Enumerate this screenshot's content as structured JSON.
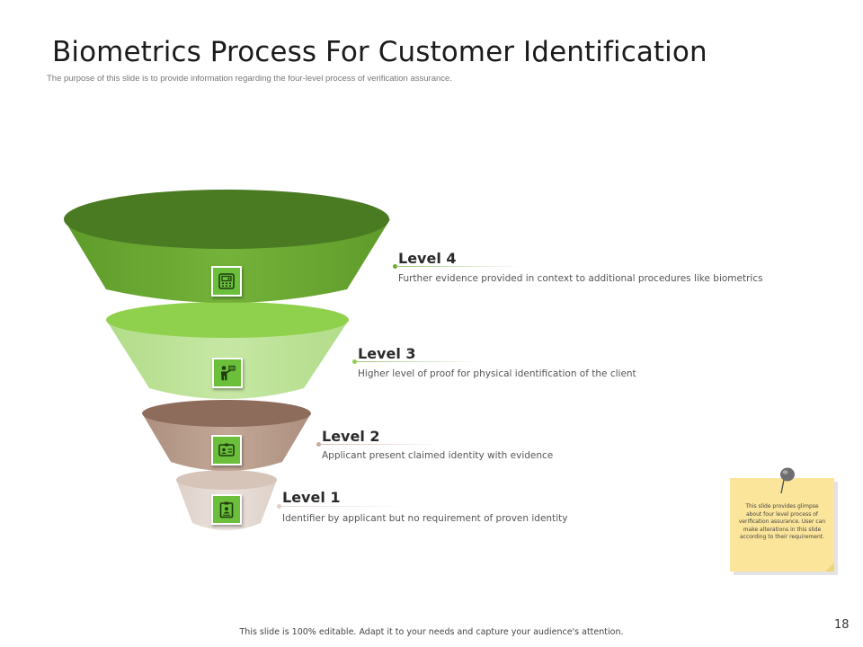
{
  "slide": {
    "title": "Biometrics Process For Customer Identification",
    "subtitle": "The purpose of this slide is to provide information regarding the four-level process of verification assurance.",
    "footer": "This slide is 100% editable. Adapt it to your needs and capture your audience's attention.",
    "page_number": "18"
  },
  "funnel": {
    "levels": [
      {
        "id": "level-4",
        "heading": "Level 4",
        "description": "Further evidence provided in context to additional procedures like biometrics",
        "icon": "biometric-device-icon",
        "color": "#6aa830",
        "top_color": "#4a7a20"
      },
      {
        "id": "level-3",
        "heading": "Level 3",
        "description": "Higher level of proof for physical identification of the client",
        "icon": "presenter-board-icon",
        "color": "#bde397",
        "top_color": "#8fcf4e"
      },
      {
        "id": "level-2",
        "heading": "Level 2",
        "description": "Applicant present claimed identity with evidence",
        "icon": "id-card-icon",
        "color": "#b89c8c",
        "top_color": "#8c6b5b"
      },
      {
        "id": "level-1",
        "heading": "Level 1",
        "description": "Identifier by applicant but no requirement of proven identity",
        "icon": "clipboard-user-icon",
        "color": "#e6dad3",
        "top_color": "#d9c8bd"
      }
    ]
  },
  "sticky_note": {
    "text": "This slide provides glimpse about four level process of verification assurance. User can make alterations in this slide according to their requirement."
  },
  "colors": {
    "icon_box": "#6bbf3a",
    "accent": "#7ab648"
  }
}
